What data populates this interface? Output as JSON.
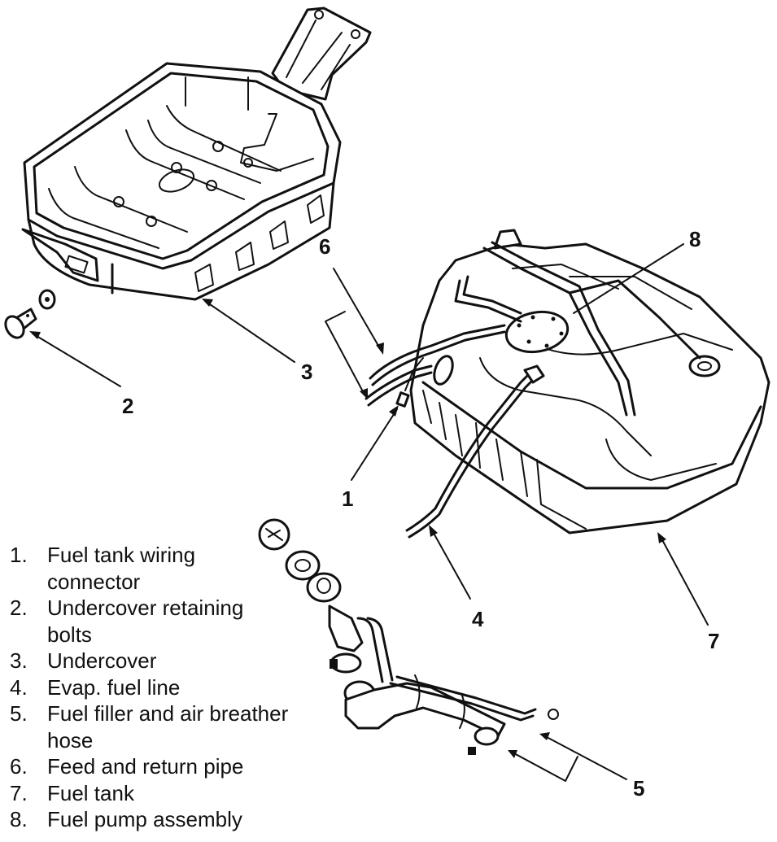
{
  "diagram": {
    "subject": "Fuel tank assembly exploded view",
    "callouts": [
      {
        "number": "1",
        "target": "fuel-tank-wiring-connector"
      },
      {
        "number": "2",
        "target": "undercover-retaining-bolts"
      },
      {
        "number": "3",
        "target": "undercover"
      },
      {
        "number": "4",
        "target": "evap-fuel-line"
      },
      {
        "number": "5",
        "target": "fuel-filler-and-air-breather-hose"
      },
      {
        "number": "6",
        "target": "feed-and-return-pipe"
      },
      {
        "number": "7",
        "target": "fuel-tank"
      },
      {
        "number": "8",
        "target": "fuel-pump-assembly"
      }
    ]
  },
  "legend": {
    "items": [
      {
        "number": "1.",
        "label": "Fuel tank wiring connector"
      },
      {
        "number": "2.",
        "label": "Undercover retaining bolts"
      },
      {
        "number": "3.",
        "label": "Undercover"
      },
      {
        "number": "4.",
        "label": "Evap. fuel line"
      },
      {
        "number": "5.",
        "label": "Fuel filler and air breather hose"
      },
      {
        "number": "6.",
        "label": "Feed and return pipe"
      },
      {
        "number": "7.",
        "label": "Fuel tank"
      },
      {
        "number": "8.",
        "label": "Fuel pump assembly"
      }
    ]
  }
}
